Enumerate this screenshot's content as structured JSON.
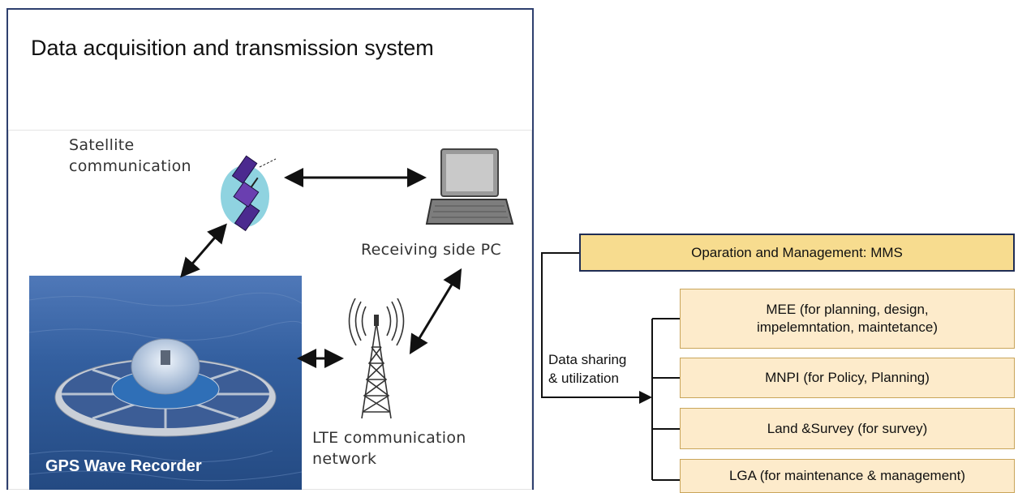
{
  "diagram": {
    "title": "Data acquisition and transmission system",
    "satellite_label": "Satellite\ncommunication",
    "pc_label": "Receiving side PC",
    "lte_label": "LTE communication\nnetwork",
    "buoy_caption": "GPS Wave Recorder",
    "om_title": "Oparation and Management: MMS",
    "data_sharing_label": "Data sharing\n& utilization",
    "orgs": [
      {
        "label": "MEE  (for planning,  design,\nimpelemntation,  maintetance)"
      },
      {
        "label": "MNPI (for Policy,  Planning)"
      },
      {
        "label": "Land &Survey (for survey)"
      },
      {
        "label": "LGA (for maintenance  & management)"
      }
    ]
  },
  "colors": {
    "frame": "#2e3f6e",
    "om_fill": "#f7dc8f",
    "org_fill": "#fdebcb",
    "satellite_fill": "#8fd3e0",
    "ocean": "#335f9f"
  }
}
